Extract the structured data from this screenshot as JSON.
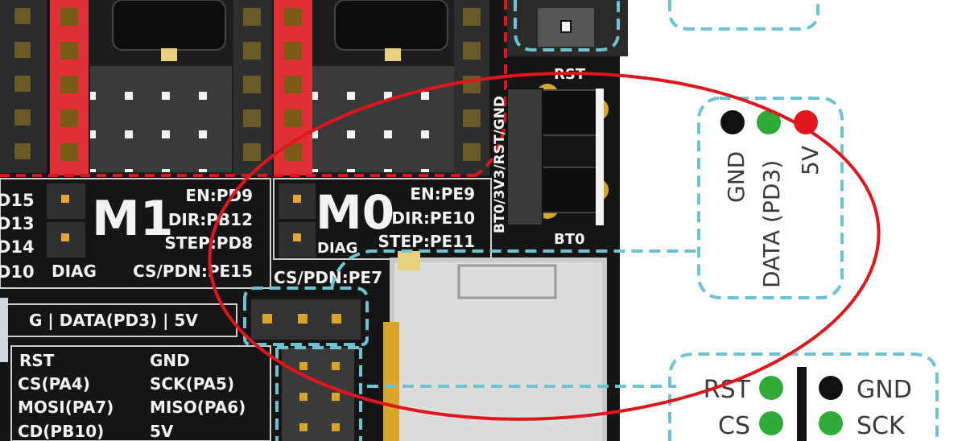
{
  "board": {
    "left_labels": [
      "D15",
      "D13",
      "D14",
      "D10"
    ],
    "m1": {
      "title": "M1",
      "en": "EN:PD9",
      "dir": "DIR:PB12",
      "step": "STEP:PD8",
      "diag": "DIAG",
      "cs": "CS/PDN:PE15"
    },
    "m0": {
      "title": "M0",
      "en": "EN:PE9",
      "dir": "DIR:PE10",
      "step": "STEP:PE11",
      "diag": "DIAG",
      "cs": "CS/PDN:PE7"
    },
    "vertical_label": "BT0/3V3/RST/GND",
    "rst_label": "RST",
    "bt0_label": "BT0",
    "header_label": "G | DATA(PD3) | 5V",
    "spi": [
      [
        "RST",
        "GND"
      ],
      [
        "CS(PA4)",
        "SCK(PA5)"
      ],
      [
        "MOSI(PA7)",
        "MISO(PA6)"
      ],
      [
        "CD(PB10)",
        "5V"
      ]
    ]
  },
  "legend_top": {
    "pins": [
      {
        "label": "GND",
        "color": "#111111"
      },
      {
        "label": "DATA (PD3)",
        "color": "#2faa38"
      },
      {
        "label": "5V",
        "color": "#e0161d"
      }
    ]
  },
  "legend_bottom": {
    "rows": [
      {
        "left": "RST",
        "right": "GND",
        "left_color": "#2faa38",
        "right_color": "#111111"
      },
      {
        "left": "CS",
        "right": "SCK",
        "left_color": "#2faa38",
        "right_color": "#2faa38"
      }
    ]
  },
  "colors": {
    "pcb": "#151515",
    "header_red": "#e0303a",
    "highlight": "#e0161d",
    "dash": "#6ec3d3",
    "pin_gold": "#d8a62a"
  }
}
